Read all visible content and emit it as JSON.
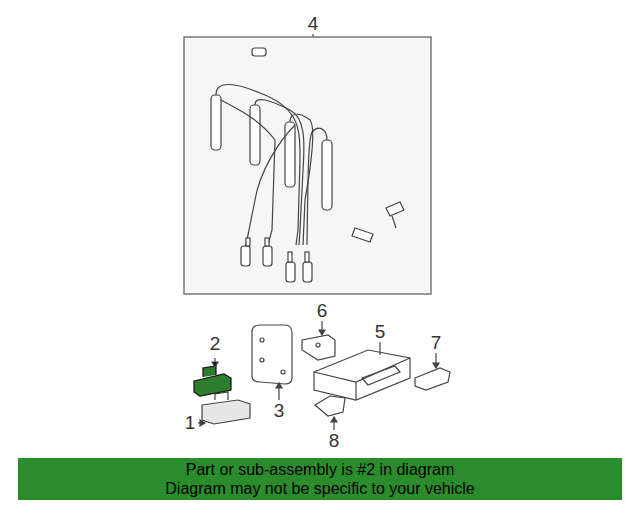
{
  "diagram": {
    "nodes": [
      {
        "text": [
          "Part or sub-assembly is #2 in diagram",
          "Diagram may not be specific to your vehicle"
        ]
      }
    ],
    "labels": [
      "4",
      "6",
      "2",
      "5",
      "7",
      "1",
      "3",
      "8"
    ]
  }
}
